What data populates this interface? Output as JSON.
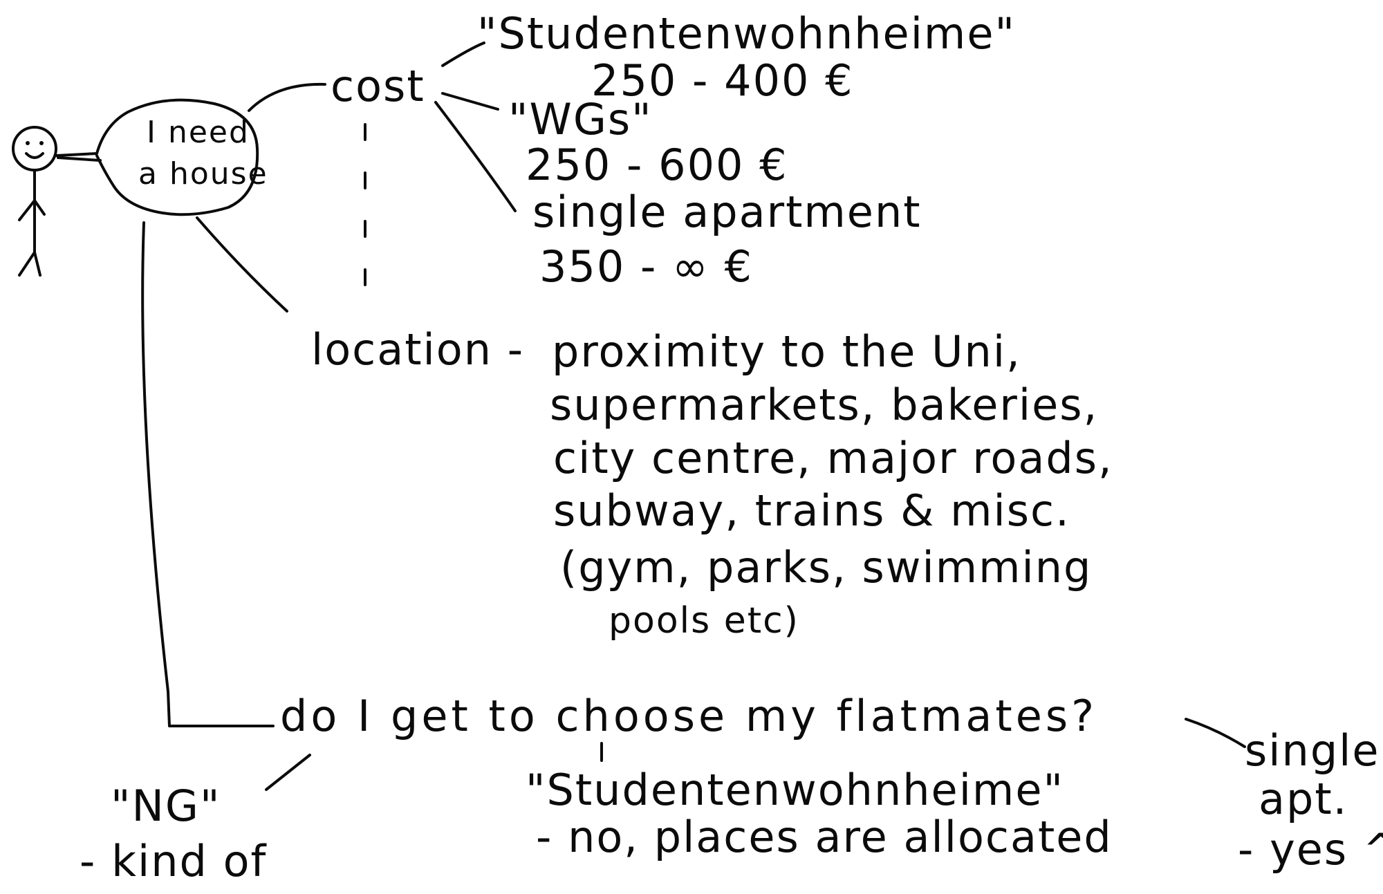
{
  "bubble": {
    "line1": "I need",
    "line2": "a house"
  },
  "cost": {
    "label": "cost",
    "options": [
      {
        "name": "\"Studentenwohnheime\"",
        "price": "250 - 400 €"
      },
      {
        "name": "\"WGs\"",
        "price": "250 - 600 €"
      },
      {
        "name": "single apartment",
        "price": "350 - ∞ €"
      }
    ]
  },
  "location": {
    "label": "location -",
    "lines": [
      "proximity to the Uni,",
      "supermarkets, bakeries,",
      "city centre, major roads,",
      "subway, trains & misc.",
      "(gym, parks, swimming",
      "pools etc)"
    ]
  },
  "flatmates": {
    "question": "do I get to choose my flatmates?",
    "answers": [
      {
        "name": "\"NG\"",
        "reply": "- kind of"
      },
      {
        "name": "\"Studentenwohnheime\"",
        "reply": "- no, places are allocated"
      },
      {
        "name": "single",
        "name2": "apt.",
        "reply": "- yes ^^"
      }
    ]
  }
}
